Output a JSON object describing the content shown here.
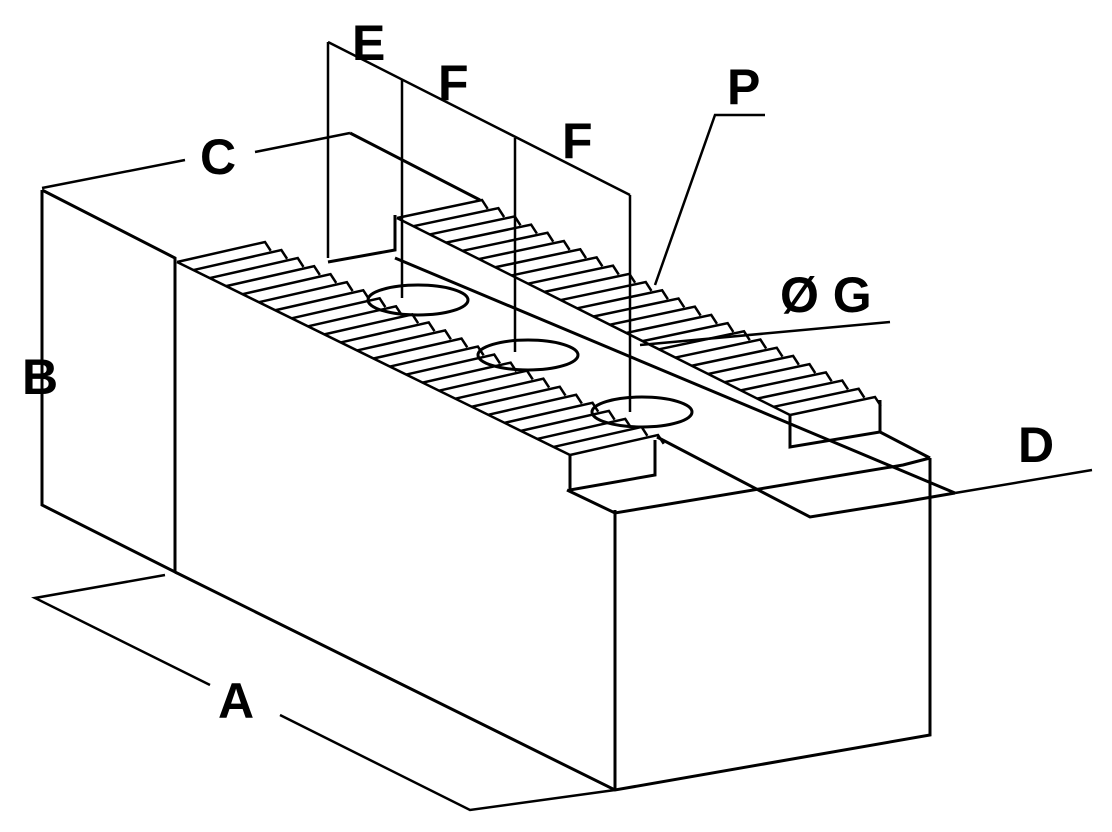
{
  "labels": {
    "A": "A",
    "B": "B",
    "C": "C",
    "D": "D",
    "E": "E",
    "F1": "F",
    "F2": "F",
    "P": "P",
    "G": "Ø G"
  },
  "colors": {
    "line": "#000000",
    "background": "#ffffff"
  },
  "teeth": {
    "left_rail": 24,
    "right_rail": 24
  }
}
